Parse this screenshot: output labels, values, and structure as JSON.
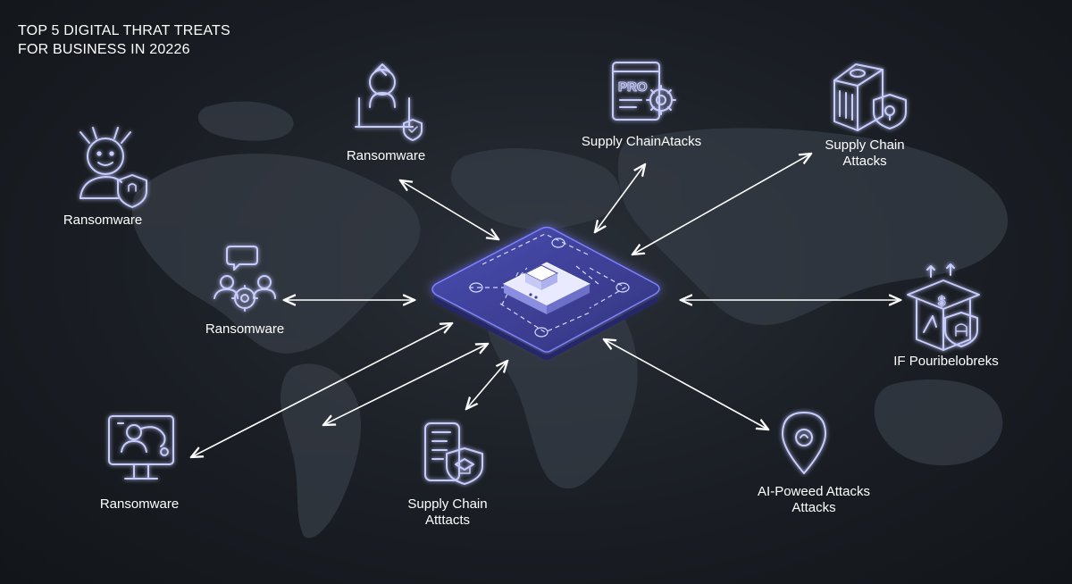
{
  "title": {
    "line1": "TOP 5 DIGITAL THRAT TREATS",
    "line2": "FOR BUSINESS IN 20226"
  },
  "colors": {
    "background": "#1c2027",
    "map": "#3a414b",
    "icon_stroke": "#c7ccff",
    "icon_glow": "#6f6bff",
    "hub_fill": "#3e3f9e",
    "hub_dash": "#d4d7ff",
    "arrow": "#ffffff"
  },
  "hub": {
    "icon": "central-server-chip-icon"
  },
  "nodes": [
    {
      "id": "n1",
      "icon": "person-shield-icon",
      "lines": [
        "Ransomware"
      ]
    },
    {
      "id": "n2",
      "icon": "hacker-laptop-icon",
      "lines": [
        "Ransomware"
      ]
    },
    {
      "id": "n3",
      "icon": "code-gear-monitor-icon",
      "icon_text": "PRO",
      "lines": [
        "Supply ChainAtacks"
      ]
    },
    {
      "id": "n4",
      "icon": "server-lock-shield-icon",
      "lines": [
        "Supply Chain",
        "Attacks"
      ]
    },
    {
      "id": "n5",
      "icon": "group-chat-gear-icon",
      "lines": [
        "Ransomware"
      ]
    },
    {
      "id": "n6",
      "icon": "money-box-shield-icon",
      "icon_text": "$",
      "lines": [
        "IF Pouribelobreks"
      ]
    },
    {
      "id": "n7",
      "icon": "monitor-person-icon",
      "lines": [
        "Ransomware"
      ]
    },
    {
      "id": "n8",
      "icon": "document-shield-icon",
      "lines": [
        "Supply Chain",
        "Atttacts"
      ]
    },
    {
      "id": "n9",
      "icon": "location-pin-icon",
      "lines": [
        "AI-Poweed Attacks",
        "Attacks"
      ]
    }
  ]
}
